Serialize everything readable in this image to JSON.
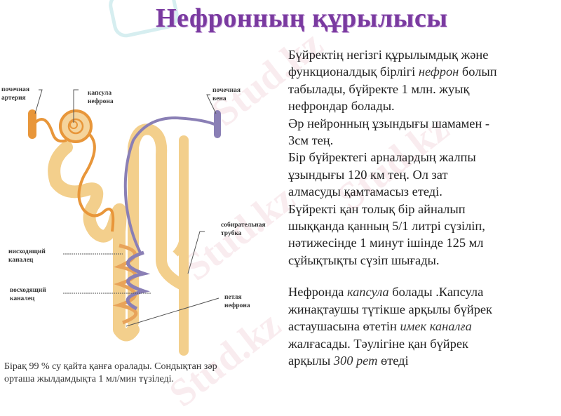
{
  "title": "Нефронның құрылысы",
  "paragraphs": [
    {
      "lines": [
        "Бүйректің негізгі құрылымдық және",
        "функционалдық бірлігі ",
        "нефрон",
        " болып",
        "табылады, бүйректе 1 млн. жуық",
        "нефрондар болады."
      ]
    },
    {
      "text": "Әр нейронның ұзындығы шамамен - 3см тең."
    },
    {
      "text": "Бір бүйректегі арналардың жалпы ұзындығы 120 км тең. Ол зат алмасуды қамтамасыз етеді."
    },
    {
      "text": "Бүйректі қан толық бір айналып шыққанда қанның 5/1 литрі сүзіліп, нәтижесінде 1 минут ішінде 125 мл сұйықтықты сүзіп шығады."
    },
    {
      "text_parts": [
        "Нефронда ",
        "капсула",
        " болады .Капсула жинақтаушы түтікше арқылы бүйрек астаушасына өтетін ",
        "имек каналға",
        " жалғасады. Тәулігіне қан бүйрек арқылы ",
        "300 рет",
        " өтеді"
      ]
    }
  ],
  "text": {
    "p1a": "Бүйректің негізгі құрылымдық және",
    "p1b": "функционалдық бірлігі",
    "p1b_italic": "нефрон",
    "p1c": "болып",
    "p1d": "табылады, бүйректе 1 млн. жуық",
    "p1e": "нефрондар болады.",
    "p2a": "Әр нейронның ұзындығы шамамен -",
    "p2b": "3см тең.",
    "p3a": "Бір бүйректегі арналардың жалпы",
    "p3b": "ұзындығы 120 км тең. Ол зат",
    "p3c": "алмасуды қамтамасыз етеді.",
    "p4a": "Бүйректі қан толық бір айналып",
    "p4b": "шыққанда қанның 5/1 литрі сүзіліп,",
    "p4c": "нәтижесінде 1 минут ішінде 125 мл",
    "p4d": "сұйықтықты сүзіп шығады.",
    "p5a": "Нефронда",
    "p5a_italic": "капсула",
    "p5b": "болады .Капсула",
    "p5c": "жинақтаушы түтікше арқылы бүйрек",
    "p5d": "астаушасына өтетін",
    "p5d_italic": "имек каналға",
    "p5e": "жалғасады. Тәулігіне қан бүйрек",
    "p5f": "арқылы",
    "p5f_italic": "300 рет",
    "p5g": "өтеді"
  },
  "caption": {
    "line1": "Бірақ 99 % су қайта қанға оралады. Сондықтан зәр",
    "line2": "орташа жылдамдықта 1 мл/мин түзіледі."
  },
  "diagram_labels": {
    "renal_artery_1": "почечная",
    "renal_artery_2": "артерия",
    "capsule_1": "капсула",
    "capsule_2": "нефрона",
    "renal_vein_1": "почечная",
    "renal_vein_2": "вена",
    "collecting_duct_1": "собирательная",
    "collecting_duct_2": "трубка",
    "descending_1": "нисходящий",
    "descending_2": "каналец",
    "ascending_1": "восходящий",
    "ascending_2": "каналец",
    "loop_1": "петля",
    "loop_2": "нефрона"
  },
  "watermark": "Stud.kz",
  "colors": {
    "title": "#7a3aa0",
    "artery": "#e8963a",
    "tubule": "#f3cf8c",
    "vein": "#8a7fb5",
    "text": "#222222"
  }
}
